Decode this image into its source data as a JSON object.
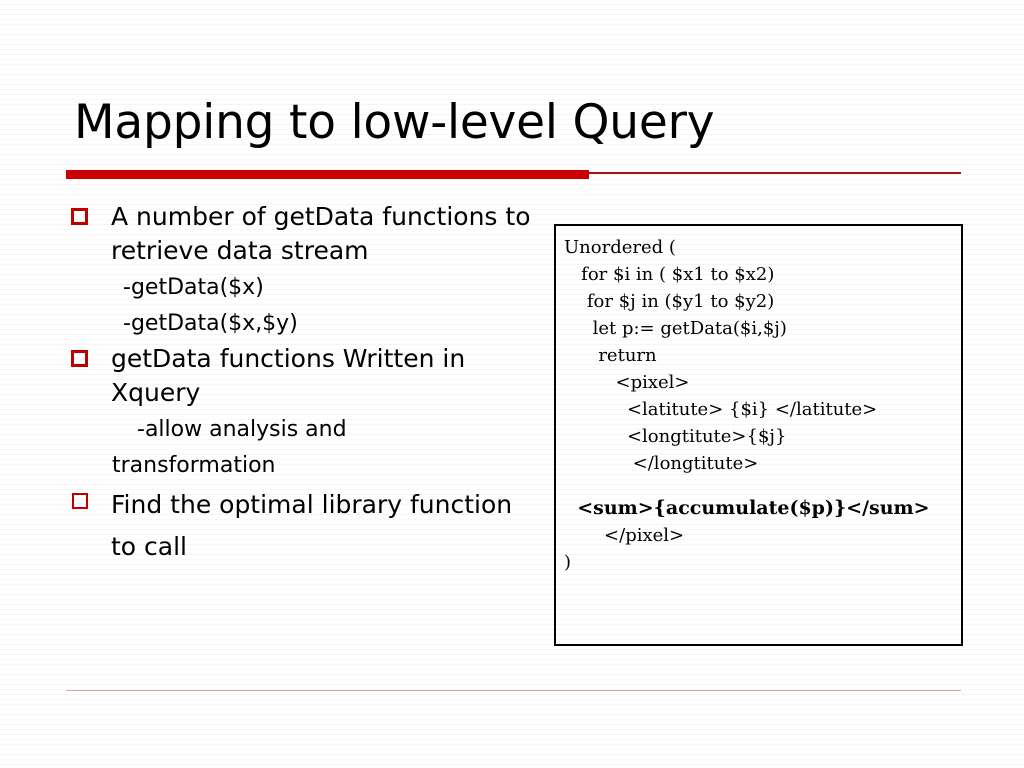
{
  "slide": {
    "title": "Mapping to low-level Query",
    "accent_color": "#CC0000",
    "rule_color": "#A01414",
    "footer_rule_color": "#D8A9A0",
    "bullet_color": "#C00000",
    "text_color": "#000000",
    "background_color": "#FFFFFF"
  },
  "bullets": [
    {
      "text": "A number of getData functions to retrieve data stream",
      "sub_lines": [
        "-getData($x)",
        "-getData($x,$y)"
      ]
    },
    {
      "text": "getData functions Written in Xquery",
      "sub_lines": [
        "-allow analysis and",
        "transformation"
      ]
    },
    {
      "text": " Find the optimal library function to call",
      "sub_lines": []
    }
  ],
  "code_box": {
    "lines": [
      {
        "text": "Unordered (",
        "bold": false
      },
      {
        "text": "   for $i in ( $x1 to $x2)",
        "bold": false
      },
      {
        "text": "    for $j in ($y1 to $y2)",
        "bold": false
      },
      {
        "text": "     let p:= getData($i,$j)",
        "bold": false
      },
      {
        "text": "      return",
        "bold": false
      },
      {
        "text": "         <pixel>",
        "bold": false
      },
      {
        "text": "           <latitute> {$i} </latitute>",
        "bold": false
      },
      {
        "text": "           <longtitute>{$j}",
        "bold": false
      },
      {
        "text": "            </longtitute>",
        "bold": false
      },
      {
        "text": "",
        "bold": false
      },
      {
        "text": "  <sum>{accumulate($p)}</sum>",
        "bold": true
      },
      {
        "text": "       </pixel>",
        "bold": false
      },
      {
        "text": ")",
        "bold": false
      }
    ]
  }
}
